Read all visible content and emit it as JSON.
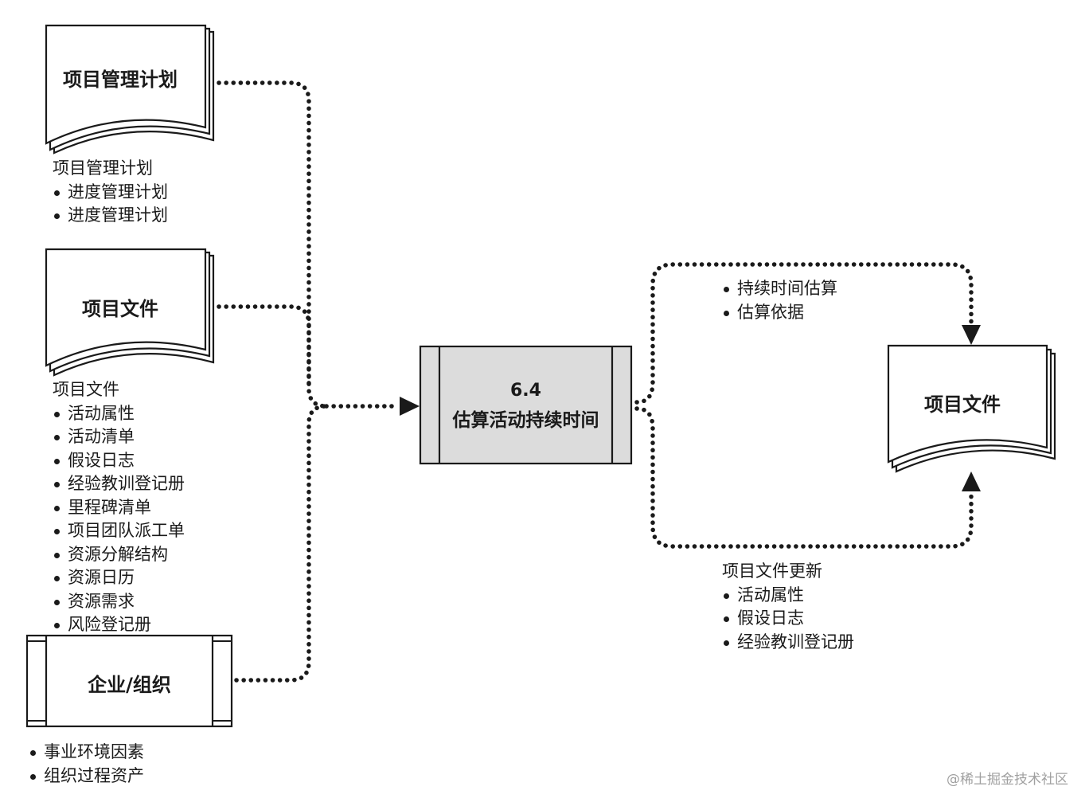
{
  "inputs": {
    "project_management_plan": {
      "title": "项目管理计划",
      "heading": "项目管理计划",
      "items": [
        "进度管理计划",
        "进度管理计划"
      ]
    },
    "project_documents": {
      "title": "项目文件",
      "heading": "项目文件",
      "items": [
        "活动属性",
        "活动清单",
        "假设日志",
        "经验教训登记册",
        "里程碑清单",
        "项目团队派工单",
        "资源分解结构",
        "资源日历",
        "资源需求",
        "风险登记册"
      ]
    },
    "enterprise_organization": {
      "title": "企业/组织",
      "items": [
        "事业环境因素",
        "组织过程资产"
      ]
    }
  },
  "process": {
    "number": "6.4",
    "name": "估算活动持续时间"
  },
  "outputs": {
    "direct": {
      "items": [
        "持续时间估算",
        "估算依据"
      ]
    },
    "target_title": "项目文件",
    "updates": {
      "heading": "项目文件更新",
      "items": [
        "活动属性",
        "假设日志",
        "经验教训登记册"
      ]
    }
  },
  "watermark": "@稀土掘金技术社区",
  "colors": {
    "process_fill": "#dcdcdc",
    "line": "#1a1a1a",
    "watermark": "#a0a0a0"
  }
}
